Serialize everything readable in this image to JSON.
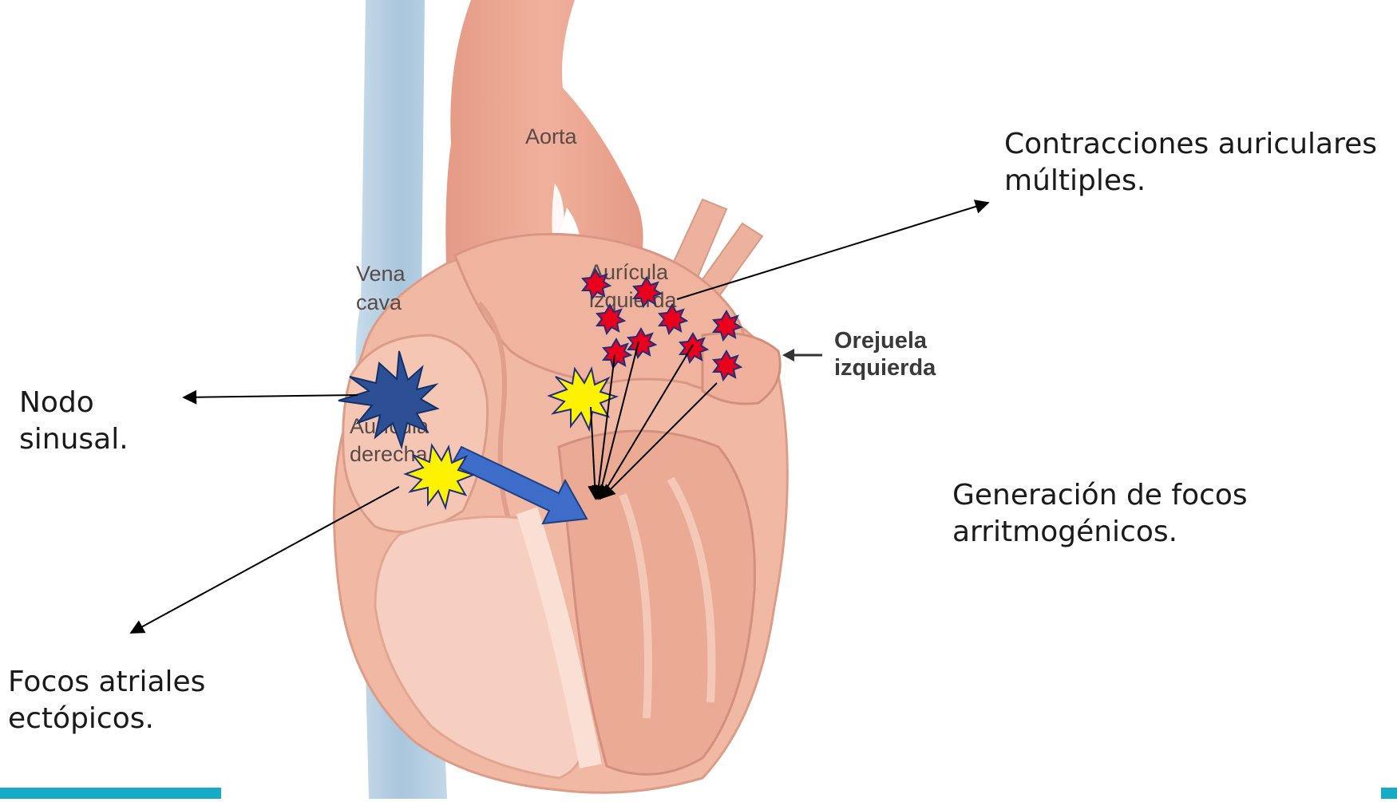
{
  "diagram": {
    "heart_labels": {
      "aorta": "Aorta",
      "vena_cava_line1": "Vena",
      "vena_cava_line2": "cava",
      "left_atrium_line1": "Aurícula",
      "left_atrium_line2": "izquierda",
      "right_atrium_line1": "Aurícula",
      "right_atrium_line2": "derecha",
      "left_appendage_line1": "Orejuela",
      "left_appendage_line2": "izquierda"
    },
    "annotations": {
      "multiple_contractions_line1": "Contracciones auriculares",
      "multiple_contractions_line2": "múltiples.",
      "sinus_node_line1": "Nodo",
      "sinus_node_line2": "sinusal.",
      "arrhythmogenic_foci_line1": "Generación de focos",
      "arrhythmogenic_foci_line2": "arritmogénicos.",
      "ectopic_foci_line1": "Focos atriales",
      "ectopic_foci_line2": "ectópicos."
    }
  },
  "colors": {
    "heart_fill": "#f2b9a4",
    "heart_dark": "#e7a08a",
    "heart_light": "#f8d6c8",
    "vein": "#b9d3e4",
    "sinus_node": "#2d4f94",
    "ectopic_focus": "#fff200",
    "small_foci": "#e8001c",
    "conduction_arrow": "#3d6cc9",
    "accent_bar": "#17aac6"
  }
}
